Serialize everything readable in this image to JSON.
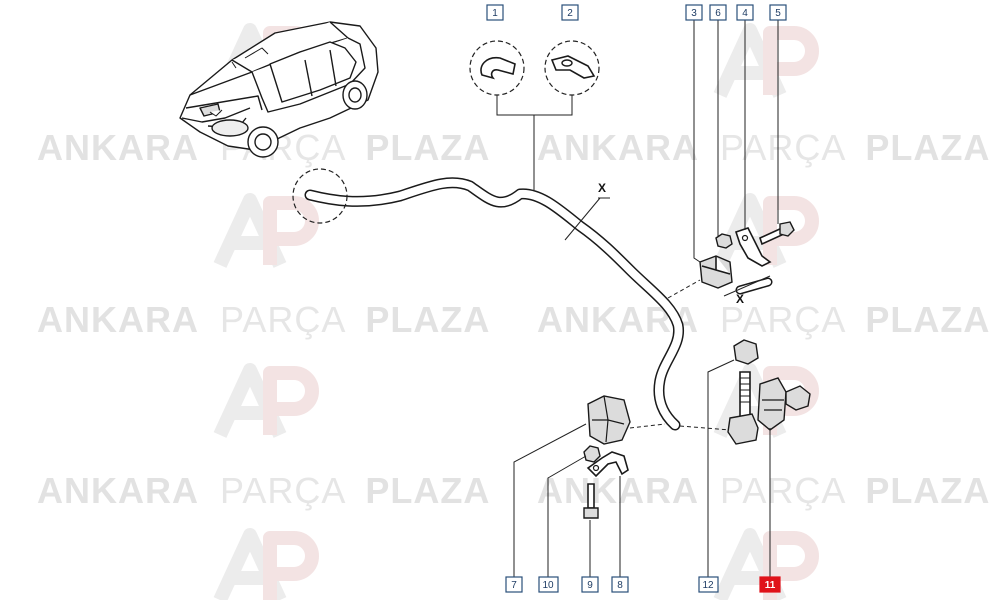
{
  "watermark": {
    "word1": "ANKARA",
    "word2": "PARÇA",
    "word3": "PLAZA"
  },
  "callouts": {
    "c1": "1",
    "c2": "2",
    "c3": "3",
    "c4": "4",
    "c5": "5",
    "c6": "6",
    "c7": "7",
    "c8": "8",
    "c9": "9",
    "c10": "10",
    "c11": "11",
    "c12": "12"
  },
  "section_marks": {
    "x_upper": "X",
    "x_lower": "X"
  },
  "colors": {
    "callout_border": "#2a4f7a",
    "highlight": "#e0121a",
    "watermark": "#e2e2e2"
  }
}
